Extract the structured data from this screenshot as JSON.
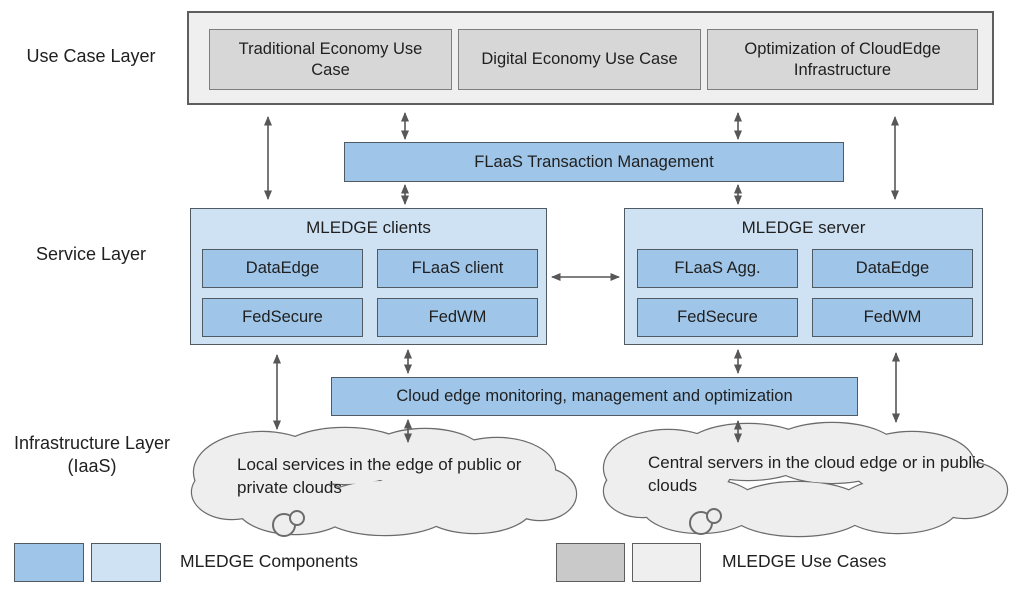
{
  "colors": {
    "component-blue": "#9fc5e8",
    "component-blue-light": "#cfe2f3",
    "usecase-gray": "#d7d7d7",
    "usecase-gray-light": "#efefef",
    "blue-border": "#4f5a63",
    "arrow": "#575757",
    "text": "#1f1f1f",
    "cloud-fill": "#eeeeee",
    "cloud-stroke": "#6b6b6b",
    "legend-gray": "#c9c9c9",
    "legend-gray-light": "#efefef"
  },
  "layers": {
    "use_case": "Use Case Layer",
    "service": "Service Layer",
    "infrastructure_line1": "Infrastructure Layer",
    "infrastructure_line2": "(IaaS)"
  },
  "use_case_boxes": [
    {
      "label": "Traditional Economy Use Case"
    },
    {
      "label": "Digital Economy Use Case"
    },
    {
      "label": "Optimization of CloudEdge Infrastructure"
    }
  ],
  "flaas_bar": {
    "label": "FLaaS Transaction Management"
  },
  "clients": {
    "title": "MLEDGE clients",
    "components": [
      "DataEdge",
      "FLaaS client",
      "FedSecure",
      "FedWM"
    ]
  },
  "server": {
    "title": "MLEDGE server",
    "components": [
      "FLaaS Agg.",
      "DataEdge",
      "FedSecure",
      "FedWM"
    ]
  },
  "monitor_bar": {
    "label": "Cloud edge monitoring, management and optimization"
  },
  "clouds": {
    "left": "Local services in the edge of public or private clouds",
    "right": "Central servers in the cloud edge or in public clouds"
  },
  "legend": {
    "components_label": "MLEDGE Components",
    "use_cases_label": "MLEDGE Use Cases"
  }
}
